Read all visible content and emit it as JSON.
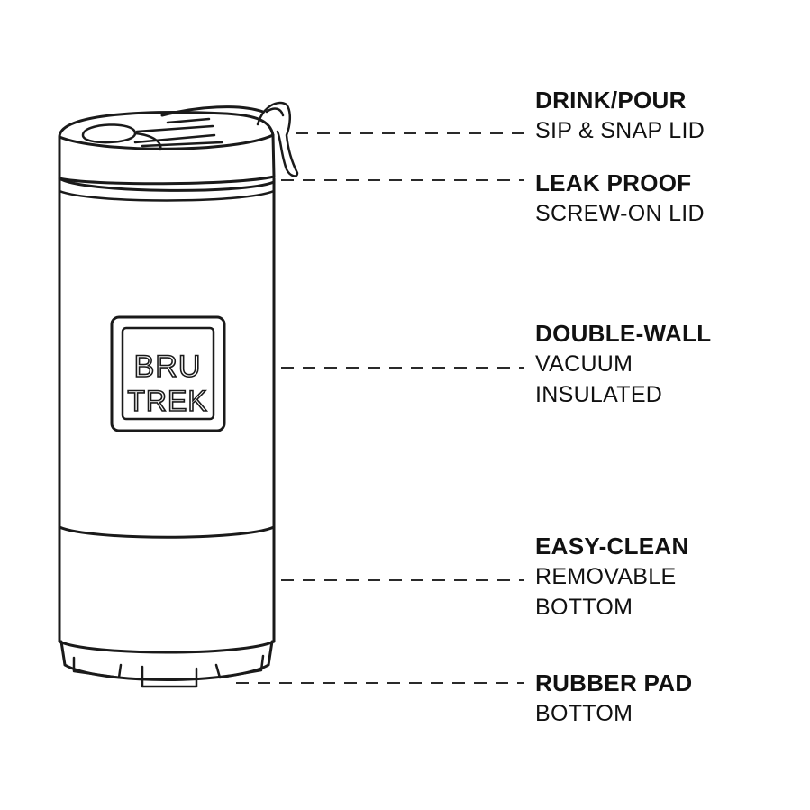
{
  "logo": {
    "line1": "BRU",
    "line2": "TREK"
  },
  "callouts": [
    {
      "title": "DRINK/POUR",
      "lines": [
        "SIP & SNAP LID"
      ]
    },
    {
      "title": "LEAK PROOF",
      "lines": [
        "SCREW-ON LID"
      ]
    },
    {
      "title": "DOUBLE-WALL",
      "lines": [
        "VACUUM",
        "INSULATED"
      ]
    },
    {
      "title": "EASY-CLEAN",
      "lines": [
        "REMOVABLE",
        "BOTTOM"
      ]
    },
    {
      "title": "RUBBER PAD",
      "lines": [
        "BOTTOM"
      ]
    }
  ]
}
